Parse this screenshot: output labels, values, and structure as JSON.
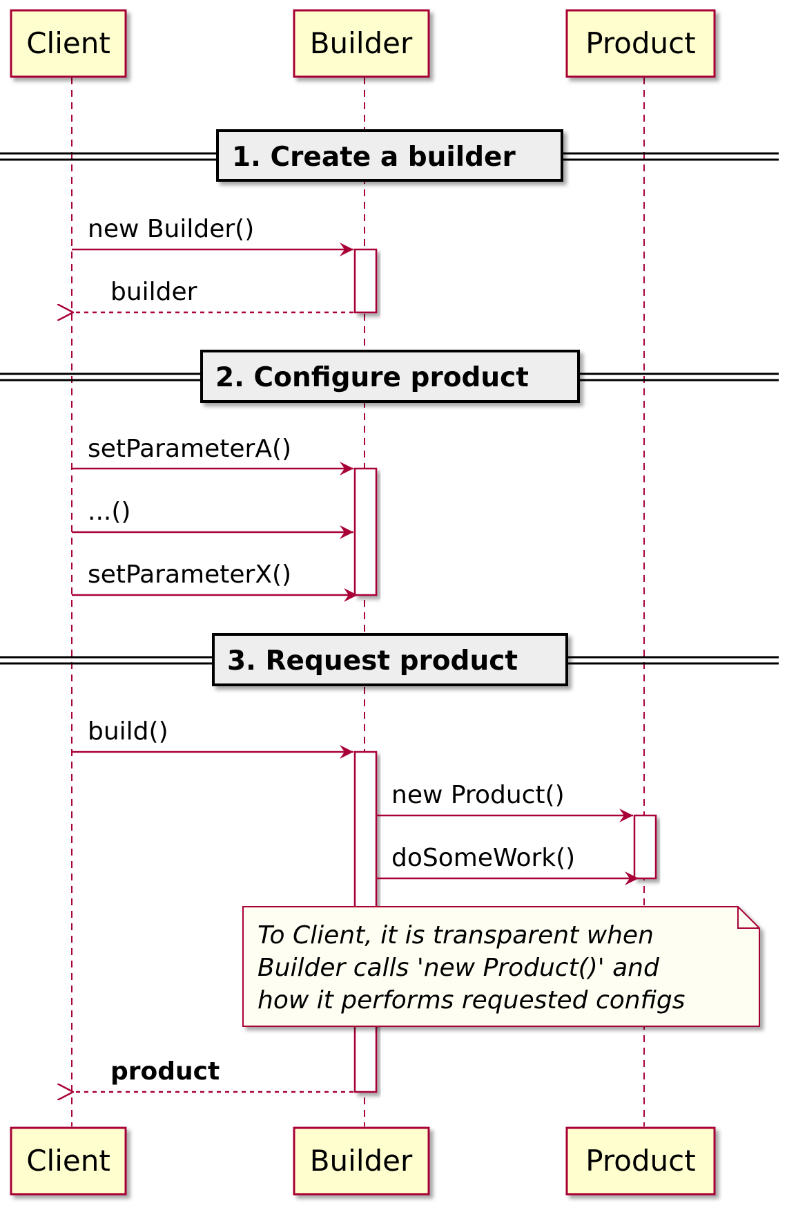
{
  "participants": {
    "client": "Client",
    "builder": "Builder",
    "product": "Product"
  },
  "dividers": {
    "d1": "1. Create a builder",
    "d2": "2. Configure product",
    "d3": "3. Request product"
  },
  "messages": {
    "m1": "new Builder()",
    "m2": "builder",
    "m3": "setParameterA()",
    "m4": "...()",
    "m5": "setParameterX()",
    "m6": "build()",
    "m7": "new Product()",
    "m8": "doSomeWork()",
    "m9": "product"
  },
  "note": {
    "line1": "To Client, it is transparent when",
    "line2": "Builder calls 'new Product()' and",
    "line3": "how it performs requested configs"
  },
  "colors": {
    "accent": "#A80036",
    "participant_fill": "#FEFECE",
    "note_fill": "#FBFB77",
    "divider_fill": "#EEEEEE"
  }
}
